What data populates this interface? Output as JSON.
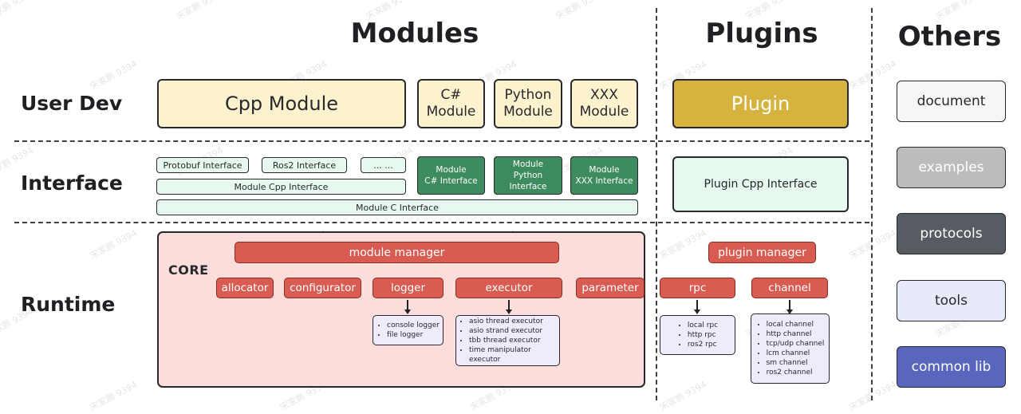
{
  "watermark": {
    "text": "宋家鹏 9394"
  },
  "titles": {
    "modules": "Modules",
    "plugins": "Plugins",
    "others": "Others"
  },
  "row_labels": {
    "user_dev": "User Dev",
    "interface": "Interface",
    "runtime": "Runtime"
  },
  "user_dev": {
    "cpp_module": "Cpp Module",
    "csharp_module": {
      "line1": "C#",
      "line2": "Module"
    },
    "python_module": {
      "line1": "Python",
      "line2": "Module"
    },
    "xxx_module": {
      "line1": "XXX",
      "line2": "Module"
    },
    "plugin": "Plugin"
  },
  "interface": {
    "protobuf": "Protobuf Interface",
    "ros2": "Ros2 Interface",
    "ellipsis": "... ...",
    "module_cpp": "Module Cpp Interface",
    "module_c": "Module C Interface",
    "module_csharp": {
      "line1": "Module",
      "line2": "C# Interface"
    },
    "module_python": {
      "line1": "Module",
      "line2": "Python Interface"
    },
    "module_xxx": {
      "line1": "Module",
      "line2": "XXX Interface"
    },
    "plugin_cpp": "Plugin Cpp Interface"
  },
  "runtime": {
    "core_label": "CORE",
    "module_manager": "module manager",
    "plugin_manager": "plugin manager",
    "allocator": "allocator",
    "configurator": "configurator",
    "logger": "logger",
    "executor": "executor",
    "parameter": "parameter",
    "rpc": "rpc",
    "channel": "channel",
    "logger_impls": [
      "console logger",
      "file logger"
    ],
    "executor_impls": [
      "asio thread executor",
      "asio strand executor",
      "tbb thread executor",
      "time manipulator executor"
    ],
    "rpc_impls": [
      "local rpc",
      "http rpc",
      "ros2 rpc"
    ],
    "channel_impls": [
      "local channel",
      "http channel",
      "tcp/udp channel",
      "lcm channel",
      "sm channel",
      "ros2 channel"
    ]
  },
  "others": {
    "items": [
      {
        "label": "document",
        "bg": "#f7f6f4",
        "fg": "#28282d"
      },
      {
        "label": "examples",
        "bg": "#bcbcbc",
        "fg": "#ffffff"
      },
      {
        "label": "protocols",
        "bg": "#575c63",
        "fg": "#ffffff"
      },
      {
        "label": "tools",
        "bg": "#e7eaf8",
        "fg": "#28282d"
      },
      {
        "label": "common lib",
        "bg": "#5866bd",
        "fg": "#ffffff"
      }
    ]
  },
  "colors": {
    "cream": "#fcf2cd",
    "gold": "#d6b23e",
    "light_green": "#e7f8ee",
    "dark_green": "#3d8b5e",
    "pink": "#fbdedb",
    "red": "#d85c52",
    "red_border": "#8a2a20",
    "purple": "#efebfb",
    "ink": "#28282d"
  }
}
